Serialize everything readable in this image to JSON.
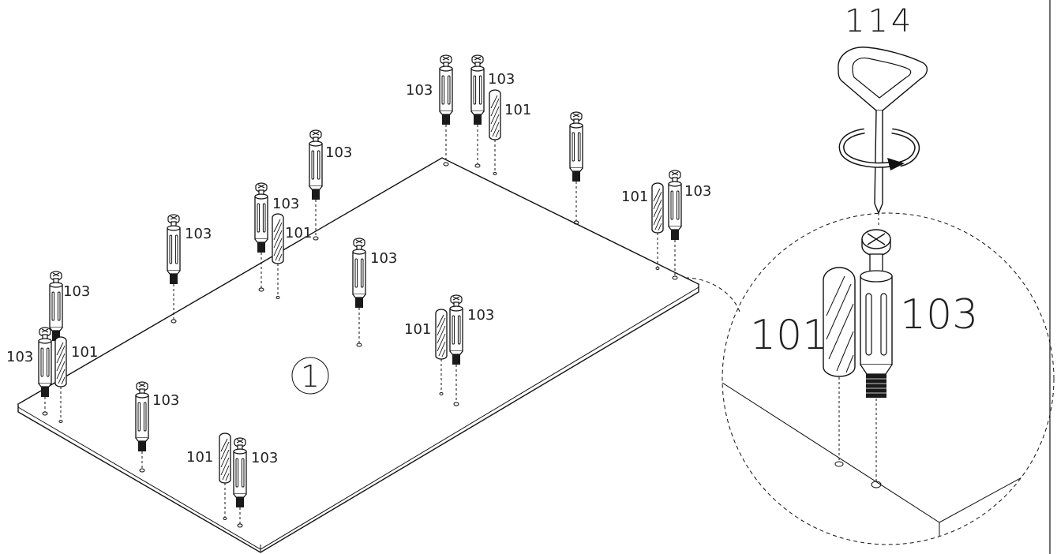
{
  "labels": {
    "cam_bolt": "103",
    "dowel": "101",
    "tool": "114",
    "panel_number": "1"
  },
  "legend": {
    "dowel": "101",
    "cam_bolt": "103"
  },
  "colors": {
    "line": "#111111",
    "thread": "#1a1a1a",
    "background": "#ffffff"
  },
  "icons": [
    "allen-key-icon",
    "rotation-arrow-icon",
    "cam-bolt-icon",
    "wooden-dowel-icon"
  ]
}
